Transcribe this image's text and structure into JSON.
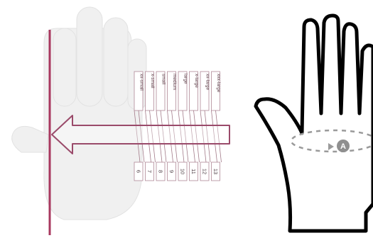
{
  "size_chart": {
    "sizes": [
      "xx-small",
      "x-small",
      "small",
      "medium",
      "large",
      "x-large",
      "xx-large",
      "xxx-large"
    ],
    "numbers": [
      "6",
      "7",
      "8",
      "9",
      "10",
      "11",
      "12",
      "13"
    ]
  },
  "measure_guide": {
    "marker_label": "A"
  },
  "colors": {
    "ruler_line": "#a8385f",
    "arrow_outline": "#9a4a6a",
    "hand_fill": "#f0f0f0",
    "hand_outline": "#000000",
    "dashed_guide": "#9a9a9a"
  }
}
